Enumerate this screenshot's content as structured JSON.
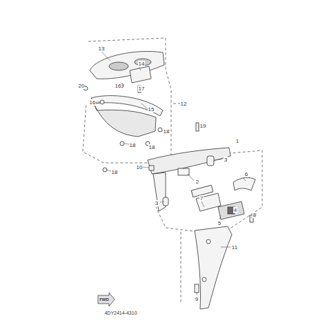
{
  "diagram": {
    "labels": [
      "13",
      "14",
      "16",
      "17",
      "20",
      "16",
      "15",
      "12",
      "18",
      "19",
      "18",
      "18",
      "18",
      "1",
      "3",
      "10",
      "2",
      "6",
      "7",
      "3",
      "4",
      "8",
      "5",
      "11",
      "9",
      "FWD",
      "4DY2414-4310"
    ]
  }
}
